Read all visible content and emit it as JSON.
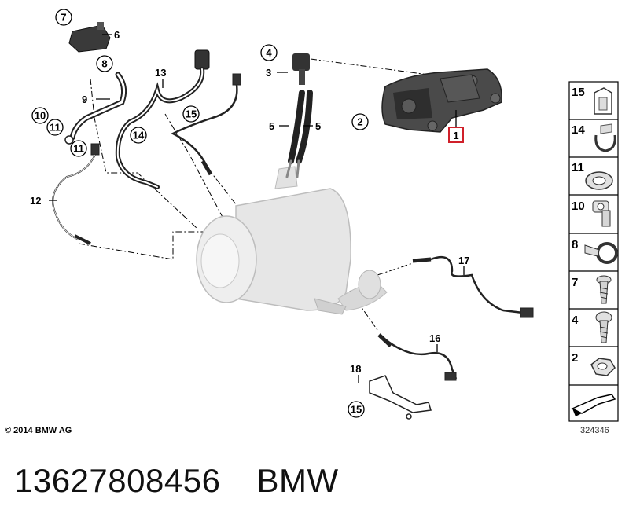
{
  "diagram": {
    "callouts": [
      {
        "number": "1",
        "highlighted": true
      },
      {
        "number": "2"
      },
      {
        "number": "3"
      },
      {
        "number": "4"
      },
      {
        "number": "5"
      },
      {
        "number": "6"
      },
      {
        "number": "7"
      },
      {
        "number": "8"
      },
      {
        "number": "9"
      },
      {
        "number": "10"
      },
      {
        "number": "11"
      },
      {
        "number": "12"
      },
      {
        "number": "13"
      },
      {
        "number": "14"
      },
      {
        "number": "15"
      },
      {
        "number": "16"
      },
      {
        "number": "17"
      },
      {
        "number": "18"
      }
    ],
    "legend": {
      "items": [
        {
          "number": "15",
          "icon": "clip-icon"
        },
        {
          "number": "14",
          "icon": "bracket-clip-icon"
        },
        {
          "number": "11",
          "icon": "washer-icon"
        },
        {
          "number": "10",
          "icon": "banjo-bolt-icon"
        },
        {
          "number": "8",
          "icon": "hose-clamp-icon"
        },
        {
          "number": "7",
          "icon": "screw-icon"
        },
        {
          "number": "4",
          "icon": "torx-bolt-icon"
        },
        {
          "number": "2",
          "icon": "hex-nut-icon"
        }
      ],
      "footer_icon": "arrow-icon"
    },
    "highlight_color": "#d0202a"
  },
  "copyright": "© 2014 BMW AG",
  "reference_number": "324346",
  "part": {
    "number": "13627808456",
    "brand": "BMW"
  }
}
